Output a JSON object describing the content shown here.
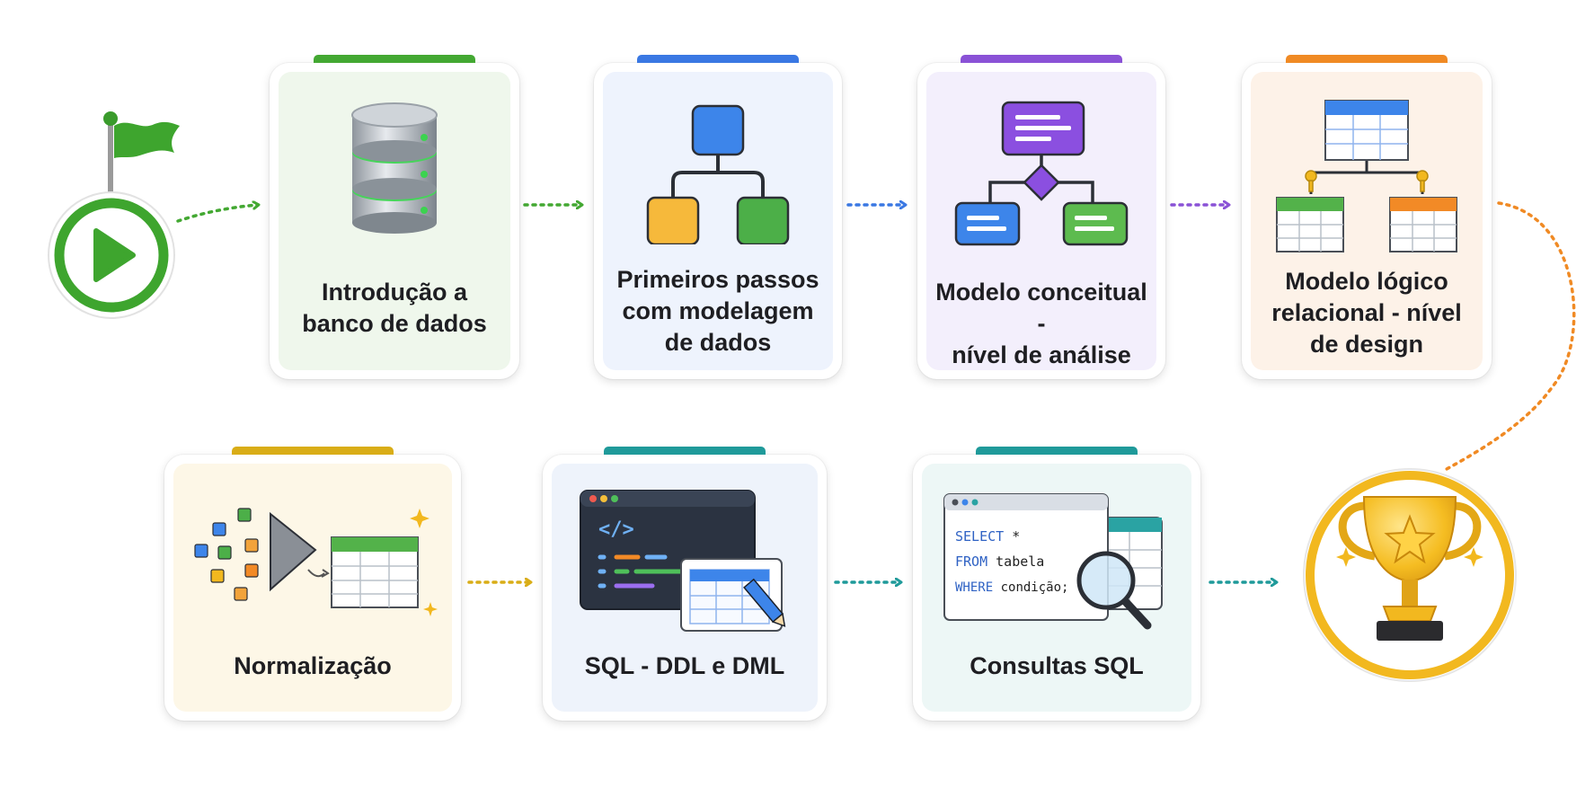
{
  "colors": {
    "green": "#43a832",
    "blue": "#3a78e3",
    "purple": "#8a52d6",
    "orange": "#f08a24",
    "yellow": "#d9ad17",
    "teal": "#1f9a9a",
    "gold": "#f2b81f"
  },
  "start": {
    "icon": "play-flag-icon"
  },
  "finish": {
    "icon": "trophy-icon"
  },
  "steps": [
    {
      "label": "Introdução a\nbanco de dados",
      "icon": "database-icon",
      "accent": "#43a832",
      "tint": "#eff7ec"
    },
    {
      "label": "Primeiros passos\ncom modelagem\nde dados",
      "icon": "hierarchy-diagram-icon",
      "accent": "#3a78e3",
      "tint": "#eef3fd"
    },
    {
      "label": "Modelo conceitual -\nnível de análise",
      "icon": "concept-diagram-icon",
      "accent": "#8a52d6",
      "tint": "#f3effc"
    },
    {
      "label": "Modelo lógico\nrelacional - nível\nde design",
      "icon": "relational-tables-icon",
      "accent": "#f08a24",
      "tint": "#fdf2e8"
    },
    {
      "label": "Normalização",
      "icon": "normalization-funnel-icon",
      "accent": "#d9ad17",
      "tint": "#fdf7e7"
    },
    {
      "label": "SQL - DDL e DML",
      "icon": "code-editor-icon",
      "accent": "#1f9a9a",
      "tint": "#eef3fb"
    },
    {
      "label": "Consultas SQL",
      "icon": "sql-query-icon",
      "accent": "#1f9a9a",
      "tint": "#edf7f6"
    }
  ],
  "sql_snippet": {
    "line1_kw": "SELECT",
    "line1_rest": " *",
    "line2_kw": "FROM",
    "line2_rest": " tabela",
    "line3_kw": "WHERE",
    "line3_rest": " condição;"
  },
  "code_snippet": {
    "tag": "</>"
  }
}
